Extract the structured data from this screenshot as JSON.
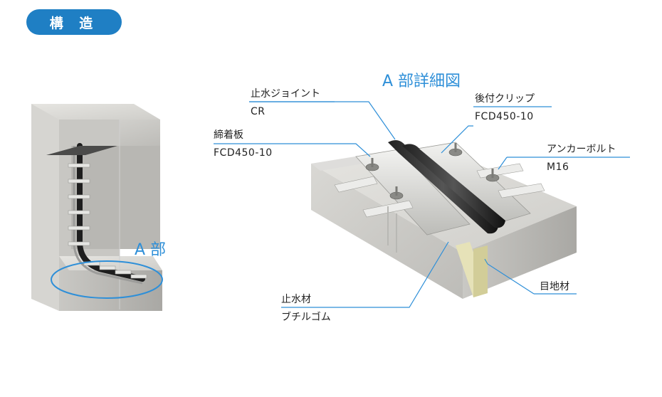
{
  "header": {
    "badge": "構 造"
  },
  "left": {
    "callout": "A 部"
  },
  "detail": {
    "title": "A 部詳細図",
    "labels": {
      "waterstop_joint": {
        "name": "止水ジョイント",
        "spec": "CR"
      },
      "clamp_plate": {
        "name": "締着板",
        "spec": "FCD450-10"
      },
      "post_clip": {
        "name": "後付クリップ",
        "spec": "FCD450-10"
      },
      "anchor_bolt": {
        "name": "アンカーボルト",
        "spec": "M16"
      },
      "joint_filler": {
        "name": "目地材"
      },
      "sealant": {
        "name": "止水材",
        "spec": "ブチルゴム"
      }
    }
  },
  "colors": {
    "accent": "#1f7fc4",
    "callout": "#2e8fd8"
  }
}
